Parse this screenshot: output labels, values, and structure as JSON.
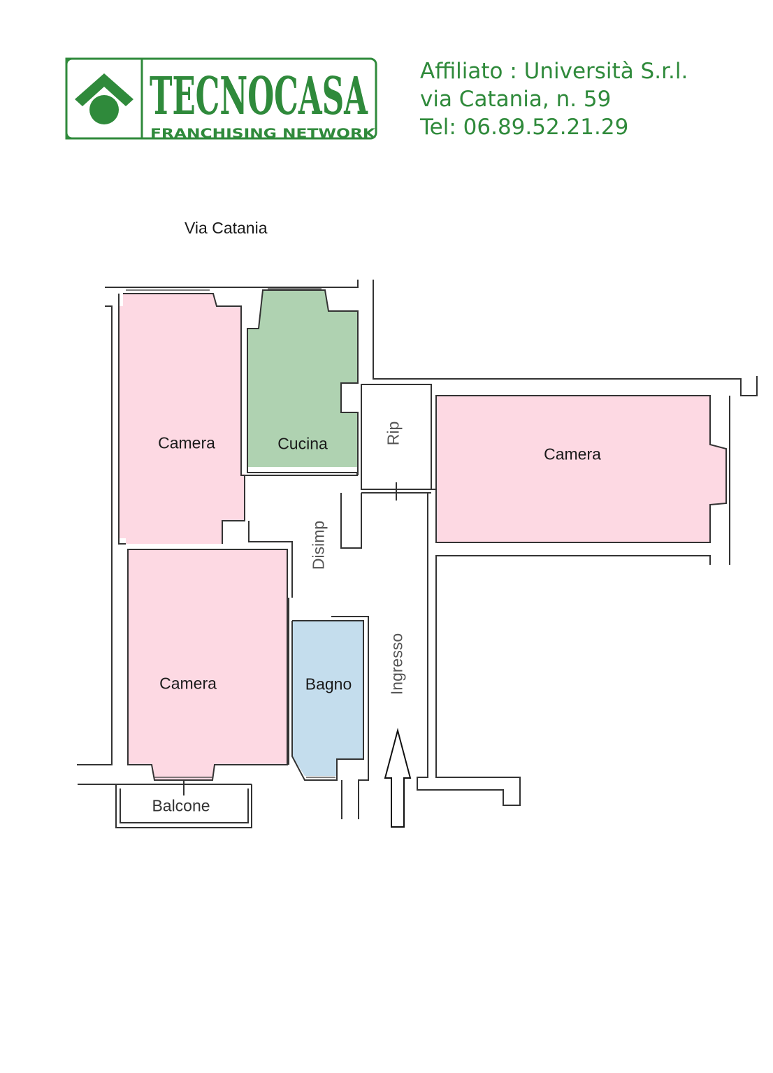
{
  "brand": {
    "name": "TECNOCASA",
    "tagline": "FRANCHISING NETWORK",
    "color": "#2f8a3b"
  },
  "affiliate": {
    "line1": "Affiliato : Università S.r.l.",
    "line2": "via Catania, n. 59",
    "line3": "Tel: 06.89.52.21.29"
  },
  "street_label": "Via Catania",
  "rooms": {
    "camera_top_left": "Camera",
    "cucina": "Cucina",
    "rip": "Rip",
    "camera_right": "Camera",
    "disimp": "Disimp",
    "camera_bottom_left": "Camera",
    "bagno": "Bagno",
    "ingresso": "Ingresso",
    "balcone": "Balcone"
  },
  "colors": {
    "camera": "#fdd9e3",
    "cucina": "#afd2b1",
    "bagno": "#c4dded",
    "wall": "#333333"
  }
}
